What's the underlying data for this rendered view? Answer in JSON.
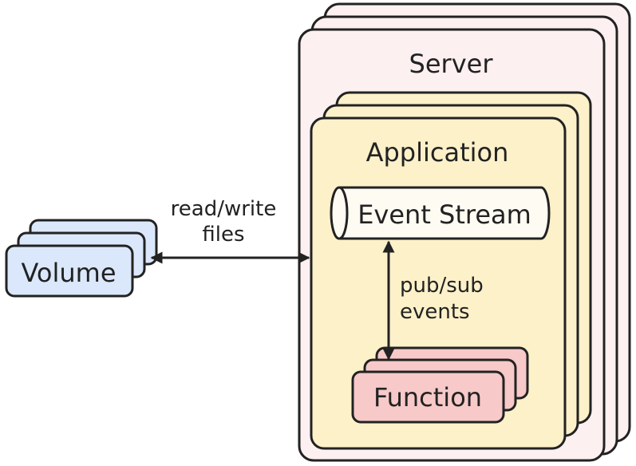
{
  "server": {
    "label": "Server"
  },
  "application": {
    "label": "Application"
  },
  "event_stream": {
    "label": "Event Stream"
  },
  "function": {
    "label": "Function"
  },
  "volume": {
    "label": "Volume"
  },
  "volume_link": {
    "label_line1": "read/write",
    "label_line2": "files"
  },
  "pubsub_link": {
    "label_line1": "pub/sub",
    "label_line2": "events"
  },
  "colors": {
    "server_fill": "#fdf0f0",
    "application_fill": "#fdf1c9",
    "event_stream_fill": "#fefbf2",
    "function_fill": "#f7c9c9",
    "volume_fill": "#dbe8fb",
    "stroke": "#222222"
  }
}
